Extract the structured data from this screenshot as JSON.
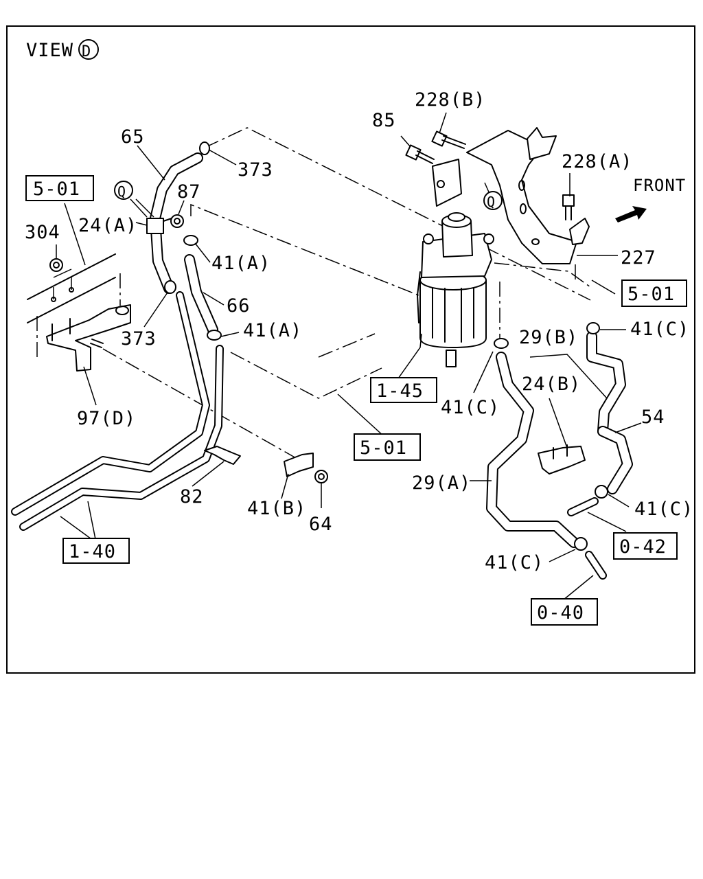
{
  "view_label": "VIEW",
  "view_letter": "D",
  "front_label": "FRONT",
  "ref_boxes": {
    "b501_left": "5-01",
    "b501_right": "5-01",
    "b501_center": "5-01",
    "b145": "1-45",
    "b140": "1-40",
    "b042": "0-42",
    "b040": "0-40"
  },
  "callouts": {
    "c65": "65",
    "c373_top": "373",
    "c87": "87",
    "c24a": "24(A)",
    "c304": "304",
    "c41a_top": "41(A)",
    "c66": "66",
    "c373_mid": "373",
    "c41a_mid": "41(A)",
    "c97d": "97(D)",
    "c82": "82",
    "c41b": "41(B)",
    "c64": "64",
    "c85": "85",
    "c228b": "228(B)",
    "c228a": "228(A)",
    "c227": "227",
    "c41c_right": "41(C)",
    "c29b": "29(B)",
    "c24b": "24(B)",
    "c41c_filter": "41(C)",
    "c54": "54",
    "c29a": "29(A)",
    "c41c_low": "41(C)",
    "c41c_bottom": "41(C)"
  },
  "q_markers": {
    "q_left": "Q",
    "q_right": "Q"
  }
}
